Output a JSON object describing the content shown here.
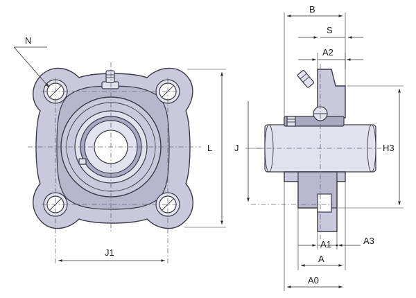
{
  "labels": {
    "N": "N",
    "L": "L",
    "J": "J",
    "J1": "J1",
    "B": "B",
    "S": "S",
    "A2": "A2",
    "H3": "H3",
    "A1": "A1",
    "A3": "A3",
    "A": "A",
    "A0": "A0"
  },
  "colors": {
    "housing": "#c9c8dc",
    "housing_dark": "#a9a8c1",
    "outline": "#3a3a46",
    "dimension": "#2a2a2a"
  }
}
